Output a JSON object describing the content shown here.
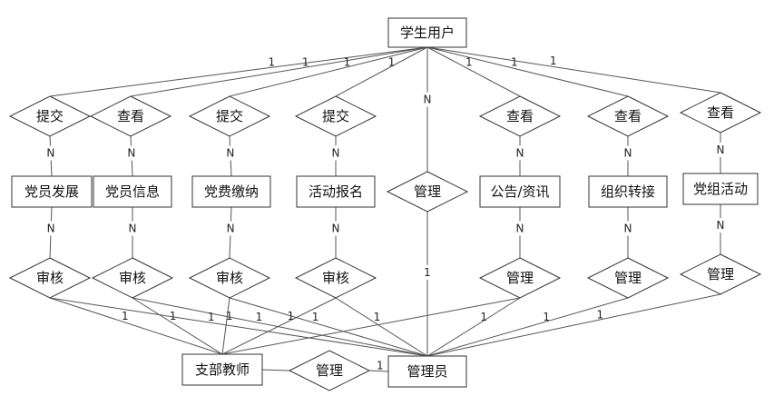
{
  "nodes": {
    "student": {
      "label": "学生用户",
      "kind": "entity"
    },
    "r_submit1": {
      "label": "提交",
      "kind": "relation"
    },
    "r_view1": {
      "label": "查看",
      "kind": "relation"
    },
    "r_submit2": {
      "label": "提交",
      "kind": "relation"
    },
    "r_submit3": {
      "label": "提交",
      "kind": "relation"
    },
    "r_manage_top": {
      "label": "管理",
      "kind": "relation"
    },
    "r_view2": {
      "label": "查看",
      "kind": "relation"
    },
    "r_view3": {
      "label": "查看",
      "kind": "relation"
    },
    "r_view4": {
      "label": "查看",
      "kind": "relation"
    },
    "e_member_dev": {
      "label": "党员发展",
      "kind": "entity"
    },
    "e_member_info": {
      "label": "党员信息",
      "kind": "entity"
    },
    "e_fee": {
      "label": "党费缴纳",
      "kind": "entity"
    },
    "e_signup": {
      "label": "活动报名",
      "kind": "entity"
    },
    "e_notice": {
      "label": "公告/资讯",
      "kind": "entity"
    },
    "e_transfer": {
      "label": "组织转接",
      "kind": "entity"
    },
    "e_group_act": {
      "label": "党组活动",
      "kind": "entity"
    },
    "r_audit1": {
      "label": "审核",
      "kind": "relation"
    },
    "r_audit2": {
      "label": "审核",
      "kind": "relation"
    },
    "r_audit3": {
      "label": "审核",
      "kind": "relation"
    },
    "r_audit4": {
      "label": "审核",
      "kind": "relation"
    },
    "r_mgmt_notice": {
      "label": "管理",
      "kind": "relation"
    },
    "r_mgmt_transfer": {
      "label": "管理",
      "kind": "relation"
    },
    "r_mgmt_group": {
      "label": "管理",
      "kind": "relation"
    },
    "teacher": {
      "label": "支部教师",
      "kind": "entity"
    },
    "r_manage_bottom": {
      "label": "管理",
      "kind": "relation"
    },
    "admin": {
      "label": "管理员",
      "kind": "entity"
    }
  },
  "edges": [
    {
      "from": "student",
      "to": "r_submit1",
      "card": "1"
    },
    {
      "from": "student",
      "to": "r_view1",
      "card": "1"
    },
    {
      "from": "student",
      "to": "r_submit2",
      "card": "1"
    },
    {
      "from": "student",
      "to": "r_submit3",
      "card": "1"
    },
    {
      "from": "student",
      "to": "r_manage_top",
      "card": "N"
    },
    {
      "from": "student",
      "to": "r_view2",
      "card": "1"
    },
    {
      "from": "student",
      "to": "r_view3",
      "card": "1"
    },
    {
      "from": "student",
      "to": "r_view4",
      "card": "1"
    },
    {
      "from": "r_submit1",
      "to": "e_member_dev",
      "card": "N"
    },
    {
      "from": "r_view1",
      "to": "e_member_info",
      "card": "N"
    },
    {
      "from": "r_submit2",
      "to": "e_fee",
      "card": "N"
    },
    {
      "from": "r_submit3",
      "to": "e_signup",
      "card": "N"
    },
    {
      "from": "r_view2",
      "to": "e_notice",
      "card": "N"
    },
    {
      "from": "r_view3",
      "to": "e_transfer",
      "card": "N"
    },
    {
      "from": "r_view4",
      "to": "e_group_act",
      "card": "N"
    },
    {
      "from": "e_member_dev",
      "to": "r_audit1",
      "card": "N"
    },
    {
      "from": "e_member_info",
      "to": "r_audit2",
      "card": "N"
    },
    {
      "from": "e_fee",
      "to": "r_audit3",
      "card": "N"
    },
    {
      "from": "e_signup",
      "to": "r_audit4",
      "card": "N"
    },
    {
      "from": "e_notice",
      "to": "r_mgmt_notice",
      "card": "N"
    },
    {
      "from": "e_transfer",
      "to": "r_mgmt_transfer",
      "card": "N"
    },
    {
      "from": "e_group_act",
      "to": "r_mgmt_group",
      "card": "N"
    },
    {
      "from": "r_manage_top",
      "to": "admin",
      "card": "1"
    },
    {
      "from": "r_audit1",
      "to": "teacher",
      "card": "1"
    },
    {
      "from": "r_audit2",
      "to": "teacher",
      "card": "1"
    },
    {
      "from": "r_audit3",
      "to": "teacher",
      "card": "1"
    },
    {
      "from": "r_audit4",
      "to": "teacher",
      "card": "1"
    },
    {
      "from": "r_mgmt_notice",
      "to": "teacher",
      "card": ""
    },
    {
      "from": "r_audit1",
      "to": "admin",
      "card": "1"
    },
    {
      "from": "r_audit2",
      "to": "admin",
      "card": "1"
    },
    {
      "from": "r_audit3",
      "to": "admin",
      "card": "1"
    },
    {
      "from": "r_audit4",
      "to": "admin",
      "card": "1"
    },
    {
      "from": "r_mgmt_notice",
      "to": "admin",
      "card": "1"
    },
    {
      "from": "r_mgmt_transfer",
      "to": "admin",
      "card": "1"
    },
    {
      "from": "r_mgmt_group",
      "to": "admin",
      "card": "1"
    },
    {
      "from": "teacher",
      "to": "r_manage_bottom",
      "card": ""
    },
    {
      "from": "r_manage_bottom",
      "to": "admin",
      "card": "1"
    }
  ]
}
